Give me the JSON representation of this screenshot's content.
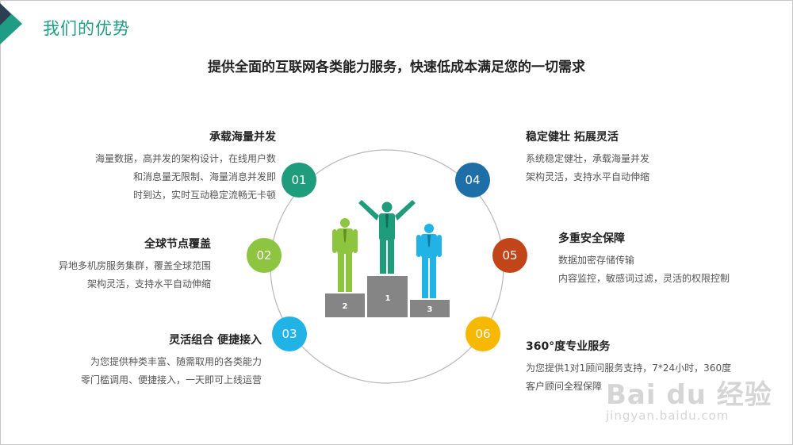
{
  "header": {
    "title": "我们的优势",
    "subtitle": "提供全面的互联网各类能力服务，快速低成本满足您的一切需求"
  },
  "features": [
    {
      "number": "01",
      "title": "承载海量并发",
      "lines": [
        "海量数据，高并发的架构设计，在线用户数",
        "和消息量无限制、海量消息并发即",
        "时到达，实时互动稳定流畅无卡顿"
      ],
      "color": "#1f9c7b"
    },
    {
      "number": "02",
      "title": "全球节点覆盖",
      "lines": [
        "异地多机房服务集群，覆盖全球范围",
        "架构灵活，支持水平自动伸缩"
      ],
      "color": "#8dc440"
    },
    {
      "number": "03",
      "title": "灵活组合 便捷接入",
      "lines": [
        "为您提供种类丰富、随需取用的各类能力",
        "零门槛调用、便捷接入，一天即可上线运营"
      ],
      "color": "#21b3e6"
    },
    {
      "number": "04",
      "title": "稳定健壮 拓展灵活",
      "lines": [
        "系统稳定健壮，承载海量并发",
        "架构灵活，支持水平自动伸缩"
      ],
      "color": "#1e6fa8"
    },
    {
      "number": "05",
      "title": "多重安全保障",
      "lines": [
        "数据加密存储传输",
        "内容监控，敏感词过滤，灵活的权限控制"
      ],
      "color": "#c2451a"
    },
    {
      "number": "06",
      "title": "360°度专业服务",
      "lines": [
        "为您提供1对1顾问服务支持，7*24小时，360度",
        "客户顾问全程保障"
      ],
      "color": "#f7b900"
    }
  ],
  "podium": {
    "first": "1",
    "second": "2",
    "third": "3"
  },
  "watermark": {
    "brand": "Bai du 经验",
    "url": "jingyan.baidu.com"
  }
}
